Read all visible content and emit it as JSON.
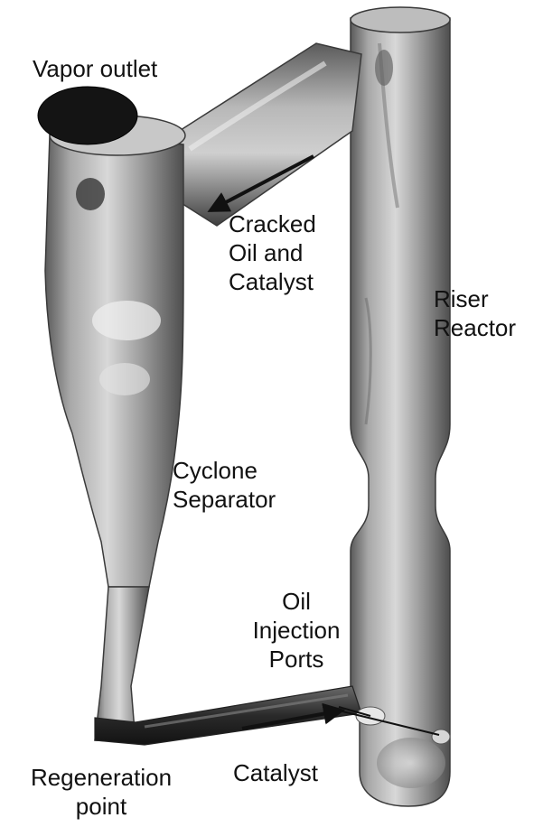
{
  "labels": {
    "vapor_outlet": "Vapor outlet",
    "cracked": [
      "Cracked",
      "Oil and",
      "Catalyst"
    ],
    "riser": [
      "Riser",
      "Reactor"
    ],
    "cyclone": [
      "Cyclone",
      "Separator"
    ],
    "oil_injection": [
      "Oil",
      "Injection",
      "Ports"
    ],
    "regeneration": [
      "Regeneration",
      "point"
    ],
    "catalyst": "Catalyst"
  },
  "colors": {
    "metal_light": "#d2d2d2",
    "metal_mid": "#9a9a9a",
    "metal_dark": "#4a4a4a",
    "outlet_cap": "#141414",
    "text": "#111111"
  }
}
